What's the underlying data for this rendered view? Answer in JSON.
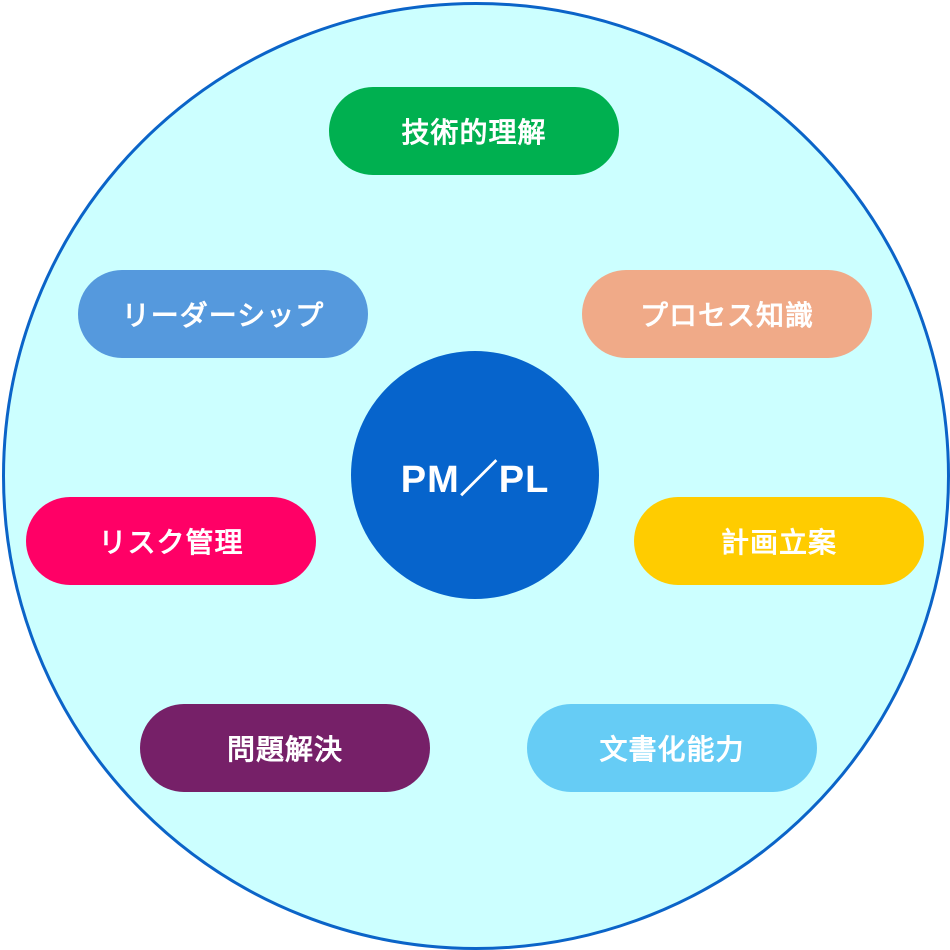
{
  "diagram": {
    "center": {
      "label": "PM／PL",
      "color": "#0664cc"
    },
    "outer": {
      "fill": "#ccffff",
      "stroke": "#0b64c8"
    },
    "skills": [
      {
        "label": "技術的理解",
        "color": "#00b050"
      },
      {
        "label": "リーダーシップ",
        "color": "#5599dd"
      },
      {
        "label": "プロセス知識",
        "color": "#f0aa88"
      },
      {
        "label": "リスク管理",
        "color": "#ff0066"
      },
      {
        "label": "計画立案",
        "color": "#ffcc00"
      },
      {
        "label": "問題解決",
        "color": "#762068"
      },
      {
        "label": "文書化能力",
        "color": "#66ccf5"
      }
    ]
  }
}
